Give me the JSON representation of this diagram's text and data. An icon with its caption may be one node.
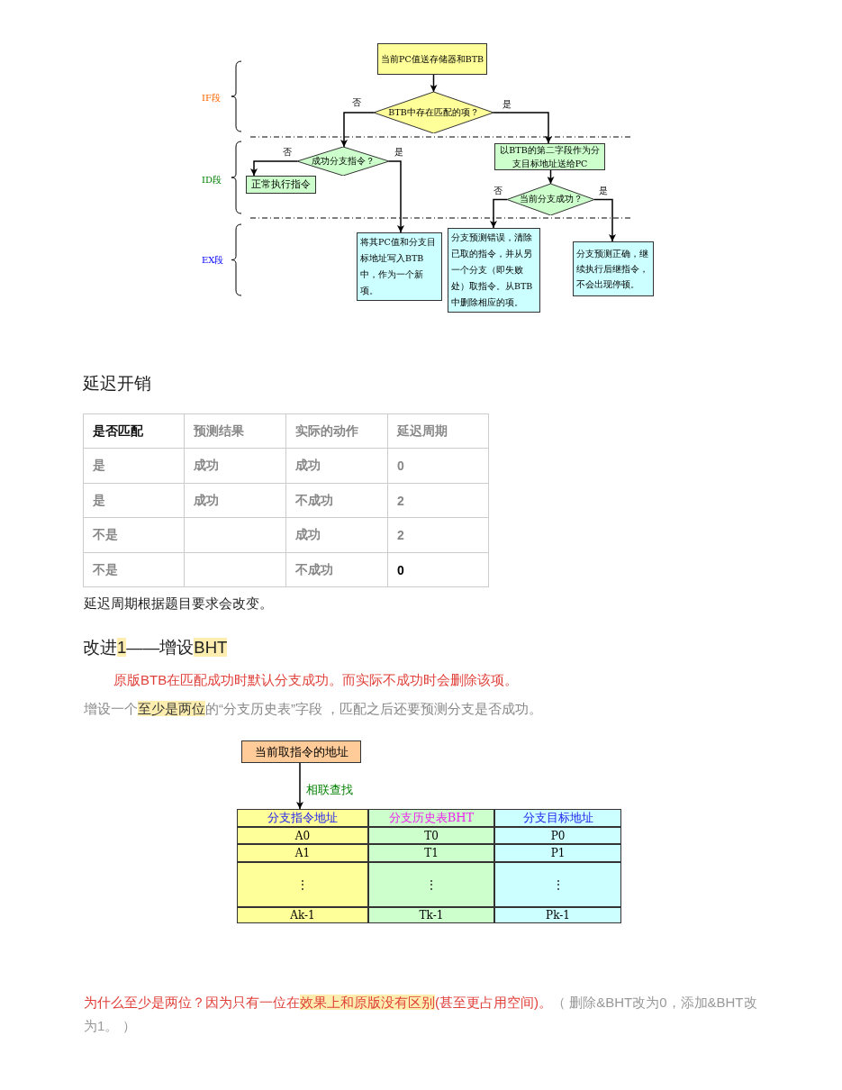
{
  "diagram": {
    "nodes": [
      {
        "text": [
          "当前PC值送存储器和BTB"
        ]
      },
      {
        "text": [
          "BTB中存在匹配的项？"
        ]
      },
      {
        "text": [
          "成功分支指令？"
        ]
      },
      {
        "text": [
          "以BTB的第二字段作为分支目标地址送给PC"
        ]
      },
      {
        "text": [
          "正常执行指令"
        ]
      },
      {
        "text": [
          "当前分支成功？"
        ]
      },
      {
        "text": [
          "将其PC值和分支目标地址写入BTB中，作为一个新项。"
        ]
      },
      {
        "text": [
          "分支预测错误，清除已取的指令，并从另一个分支（即失败处）取指令。从BTB中删除相应的项。"
        ]
      },
      {
        "text": [
          "分支预测正确，继续执行后继指令，不会出现停顿。"
        ]
      },
      {
        "text": [
          "当前取指令的地址"
        ]
      },
      {
        "text": [
          "分支指令地址",
          "A0",
          "A1",
          "⋮",
          "Ak-1"
        ]
      },
      {
        "text": [
          "分支历史表BHT",
          "T0",
          "T1",
          "⋮",
          "Tk-1"
        ]
      },
      {
        "text": [
          "分支目标地址",
          "P0",
          "P1",
          "⋮",
          "Pk-1"
        ]
      }
    ],
    "edges": [
      {
        "from": 0,
        "to": 1,
        "arrow": "to"
      },
      {
        "from": 1,
        "to": 2,
        "arrow": "to",
        "label": "否"
      },
      {
        "from": 1,
        "to": 3,
        "arrow": "to",
        "label": "是"
      },
      {
        "from": 2,
        "to": 4,
        "arrow": "to",
        "label": "否"
      },
      {
        "from": 2,
        "to": 6,
        "arrow": "to",
        "label": "是"
      },
      {
        "from": 3,
        "to": 5,
        "arrow": "to"
      },
      {
        "from": 5,
        "to": 7,
        "arrow": "to",
        "label": "否"
      },
      {
        "from": 5,
        "to": 8,
        "arrow": "to",
        "label": "是"
      },
      {
        "from": 9,
        "to": 10,
        "arrow": "to",
        "label": "相联查找"
      }
    ],
    "labels": [
      "IF段",
      "ID段",
      "EX段",
      "延迟开销",
      "是否匹配",
      "预测结果",
      "实际的动作",
      "延迟周期",
      "是",
      "成功",
      "成功",
      "0",
      "是",
      "成功",
      "不成功",
      "2",
      "不是",
      "成功",
      "2",
      "不是",
      "不成功",
      "0",
      "延迟周期根据题目要求会改变。",
      "改进**1**——增设**BHT**",
      "原版BTB在匹配成功时默认分支成功。而实际不成功时会删除该项。",
      "增设一个**至少是两位**的“分支历史表”字段 ，匹配之后还要预测分支是否成功。",
      "为什么至少是两位？因为只有一位在**效果上和原版没有区别**(甚至更占用空间)。",
      "（ 删除&BHT改为0，添加&BHT改为1。 ）"
    ]
  }
}
